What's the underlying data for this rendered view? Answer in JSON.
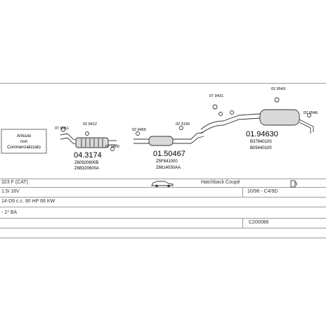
{
  "diagram": {
    "note_lines": [
      "Artículo",
      "non",
      "Commercializzato"
    ],
    "small_codes": {
      "c1": "07 9051",
      "c2": "02 9412",
      "c3": "07 9400",
      "c4": "02 9455",
      "c5": "02 3130",
      "c6": "07 9431",
      "c7": "02 954S",
      "c8": "02 954E"
    },
    "parts": [
      {
        "number": "04.3174",
        "refs": [
          "Z60920600B",
          "Z6B320600A"
        ]
      },
      {
        "number": "01.50467",
        "refs": [
          "Z5F841000",
          "Z6614030AA"
        ]
      },
      {
        "number": "01.94630",
        "refs": [
          "B37840100",
          "B05440100"
        ]
      }
    ]
  },
  "info": {
    "model": "323 F  (CAT)",
    "body": "Hatchback Coupé",
    "engine": "1.5i 16V",
    "years": "10/96 - C4/9D",
    "engine_code": "14-D9 c.c. 90 HP 66 KW",
    "gearbox": "- 1* BA",
    "code": "C200088"
  }
}
